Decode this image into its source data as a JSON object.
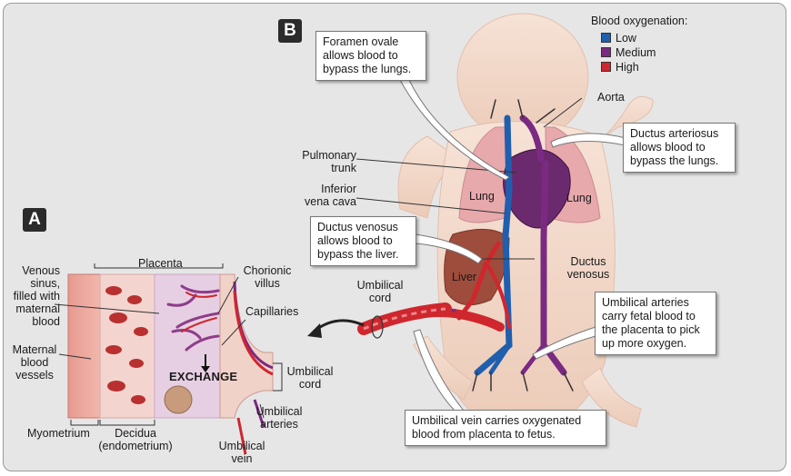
{
  "badges": {
    "a": "A",
    "b": "B"
  },
  "legend": {
    "title": "Blood oxygenation:",
    "items": [
      {
        "label": "Low",
        "color": "#1f5fae"
      },
      {
        "label": "Medium",
        "color": "#7b2a82"
      },
      {
        "label": "High",
        "color": "#d0262e"
      }
    ]
  },
  "panel_a": {
    "placenta": "Placenta",
    "venous_sinus": [
      "Venous",
      "sinus,",
      "filled with",
      "maternal",
      "blood"
    ],
    "maternal_vessels": [
      "Maternal",
      "blood",
      "vessels"
    ],
    "chorionic_villus": [
      "Chorionic",
      "villus"
    ],
    "capillaries": "Capillaries",
    "exchange": "EXCHANGE",
    "umbilical_cord": [
      "Umbilical",
      "cord"
    ],
    "umbilical_arteries": [
      "Umbilical",
      "arteries"
    ],
    "umbilical_vein": [
      "Umbilical",
      "vein"
    ],
    "myometrium": "Myometrium",
    "decidua": [
      "Decidua",
      "(endometrium)"
    ]
  },
  "panel_b": {
    "aorta": "Aorta",
    "pulmonary_trunk": [
      "Pulmonary",
      "trunk"
    ],
    "inferior_vena_cava": [
      "Inferior",
      "vena cava"
    ],
    "lung_left": "Lung",
    "lung_right": "Lung",
    "liver": "Liver",
    "ductus_venosus": [
      "Ductus",
      "venosus"
    ],
    "umbilical_cord": [
      "Umbilical",
      "cord"
    ]
  },
  "callouts": {
    "foramen_ovale": [
      "Foramen ovale",
      "allows blood to",
      "bypass the lungs."
    ],
    "ductus_arteriosus": [
      "Ductus arteriosus",
      "allows blood to",
      "bypass the lungs."
    ],
    "ductus_venosus": [
      "Ductus venosus",
      "allows blood to",
      "bypass the liver."
    ],
    "umbilical_arteries": [
      "Umbilical arteries",
      "carry fetal blood to",
      "the placenta to pick",
      "up more oxygen."
    ],
    "umbilical_vein": [
      "Umbilical vein carries oxygenated",
      "blood from placenta to fetus."
    ]
  }
}
